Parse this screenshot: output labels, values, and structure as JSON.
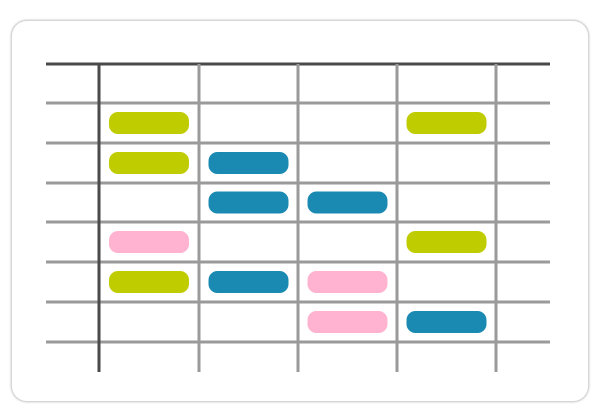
{
  "colors": {
    "grid_minor": "#9a9a9a",
    "grid_major": "#4a4a4a",
    "lime": "#bfcc00",
    "blue": "#1a8ab2",
    "pink": "#ffb3d1"
  },
  "grid": {
    "columns": 5,
    "rows": 7
  },
  "bars": [
    {
      "row": 1,
      "col": 0,
      "color": "lime"
    },
    {
      "row": 1,
      "col": 3,
      "color": "lime"
    },
    {
      "row": 2,
      "col": 0,
      "color": "lime"
    },
    {
      "row": 2,
      "col": 1,
      "color": "blue"
    },
    {
      "row": 3,
      "col": 1,
      "color": "blue"
    },
    {
      "row": 3,
      "col": 2,
      "color": "blue"
    },
    {
      "row": 4,
      "col": 0,
      "color": "pink"
    },
    {
      "row": 4,
      "col": 3,
      "color": "lime"
    },
    {
      "row": 5,
      "col": 0,
      "color": "lime"
    },
    {
      "row": 5,
      "col": 1,
      "color": "blue"
    },
    {
      "row": 5,
      "col": 2,
      "color": "pink"
    },
    {
      "row": 6,
      "col": 2,
      "color": "pink"
    },
    {
      "row": 6,
      "col": 3,
      "color": "blue"
    }
  ]
}
